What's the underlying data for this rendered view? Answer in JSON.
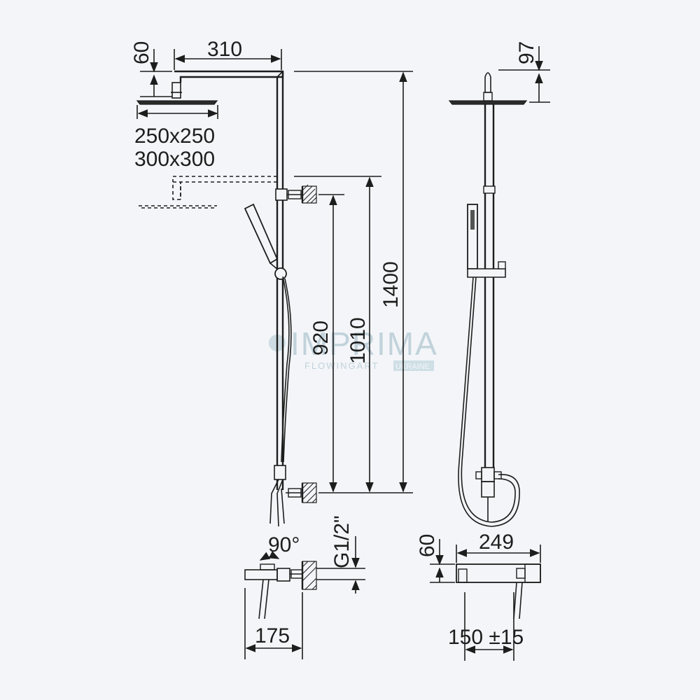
{
  "watermark": {
    "brand": "IMPRIMA",
    "tagline": "FLOWINGART",
    "region": "UKRAINE"
  },
  "dimensions": {
    "head_height": "60",
    "arm_length": "310",
    "head_size_small": "250x250",
    "head_size_large": "300x300",
    "total_height": "1400",
    "slide_height": "1010",
    "slide_lower": "920",
    "side_head_height": "97",
    "angle": "90°",
    "thread": "G1/2\"",
    "spout_projection": "175",
    "mixer_height": "60",
    "mixer_width": "249",
    "connection_spacing": "150 ±15"
  },
  "colors": {
    "line": "#1d1d1d",
    "background": "#f3f5f8",
    "watermark": "#b9cdd6"
  }
}
